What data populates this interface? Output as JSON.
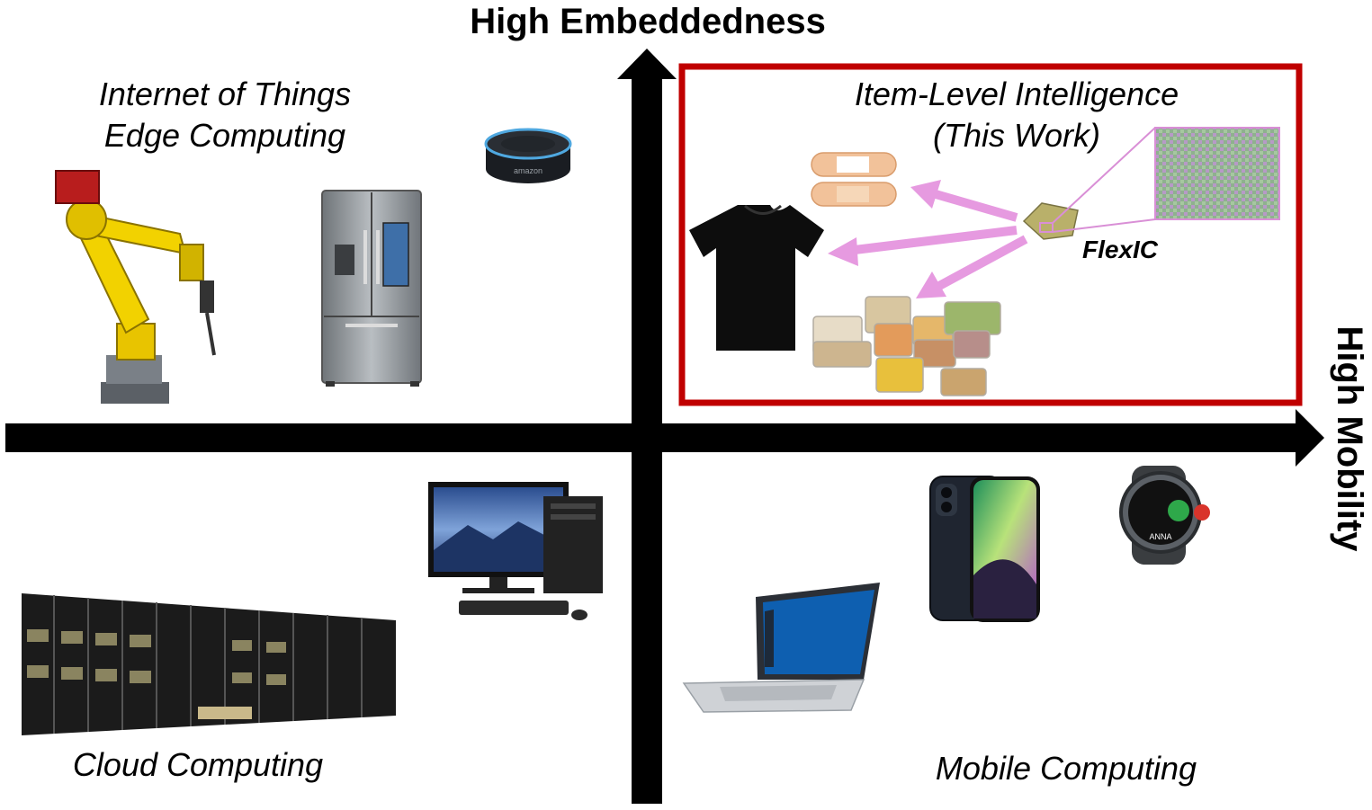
{
  "axes": {
    "vertical_label": "High Embeddedness",
    "horizontal_label": "High Mobility"
  },
  "quadrants": {
    "top_left": {
      "line1": "Internet of Things",
      "line2": "Edge Computing"
    },
    "top_right": {
      "line1": "Item-Level Intelligence",
      "line2": "(This Work)"
    },
    "bottom_left": {
      "line1": "Cloud Computing"
    },
    "bottom_right": {
      "line1": "Mobile Computing"
    }
  },
  "highlight": {
    "chip_label": "FlexIC",
    "box_color": "#c00000",
    "arrow_color": "#e69ae0"
  },
  "device_labels": {
    "speaker_brand": "amazon",
    "watch_caller": "ANNA"
  },
  "illustrations": [
    "robot-arm-icon",
    "smart-fridge-icon",
    "smart-speaker-icon",
    "bandage-icon",
    "tshirt-icon",
    "flexic-chip-icon",
    "food-containers-icon",
    "desktop-pc-icon",
    "server-rack-icon",
    "laptop-icon",
    "smartphone-icon",
    "smartwatch-icon"
  ]
}
